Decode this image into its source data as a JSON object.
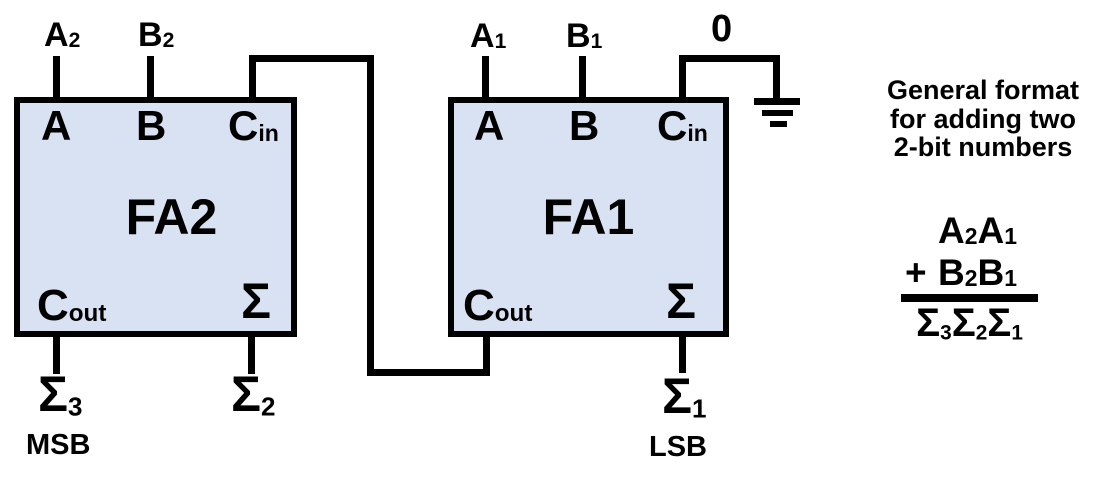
{
  "colors": {
    "background": "#ffffff",
    "box_fill": "#d9e2f3",
    "line": "#000000",
    "text": "#000000"
  },
  "fa2": {
    "name": "FA2",
    "input_a": {
      "base": "A",
      "sub": "2"
    },
    "input_b": {
      "base": "B",
      "sub": "2"
    },
    "pin_a": "A",
    "pin_b": "B",
    "pin_cin": {
      "base": "C",
      "sub": "in"
    },
    "pin_cout": {
      "base": "C",
      "sub": "out"
    },
    "pin_sum": "Σ",
    "out_carry": {
      "base": "Σ",
      "sub": "3"
    },
    "out_sum": {
      "base": "Σ",
      "sub": "2"
    },
    "bit_label": "MSB"
  },
  "fa1": {
    "name": "FA1",
    "input_a": {
      "base": "A",
      "sub": "1"
    },
    "input_b": {
      "base": "B",
      "sub": "1"
    },
    "cin_constant": "0",
    "pin_a": "A",
    "pin_b": "B",
    "pin_cin": {
      "base": "C",
      "sub": "in"
    },
    "pin_cout": {
      "base": "C",
      "sub": "out"
    },
    "pin_sum": "Σ",
    "out_sum": {
      "base": "Σ",
      "sub": "1"
    },
    "bit_label": "LSB"
  },
  "note_lines": [
    "General format",
    "for adding two",
    "2-bit numbers"
  ],
  "equation": {
    "operand1": [
      {
        "base": "A",
        "sub": "2"
      },
      {
        "base": "A",
        "sub": "1"
      }
    ],
    "operator": "+",
    "operand2": [
      {
        "base": "B",
        "sub": "2"
      },
      {
        "base": "B",
        "sub": "1"
      }
    ],
    "result": [
      {
        "base": "Σ",
        "sub": "3"
      },
      {
        "base": "Σ",
        "sub": "2"
      },
      {
        "base": "Σ",
        "sub": "1"
      }
    ]
  }
}
